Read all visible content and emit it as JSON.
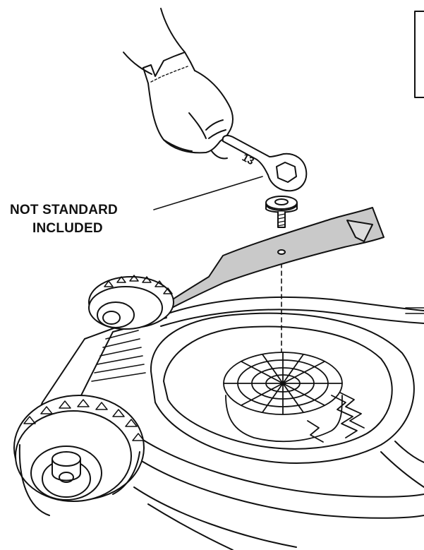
{
  "callout": {
    "line1": "NOT STANDARD",
    "line2": "INCLUDED"
  },
  "wrench": {
    "size_label": "13"
  },
  "colors": {
    "ink": "#111111",
    "blade_fill": "#c9c9c9",
    "background": "#ffffff"
  },
  "icons": [
    "hand-icon",
    "wrench-icon",
    "washer-icon",
    "bolt-icon",
    "blade-icon",
    "mower-deck-icon",
    "wheel-icon"
  ]
}
